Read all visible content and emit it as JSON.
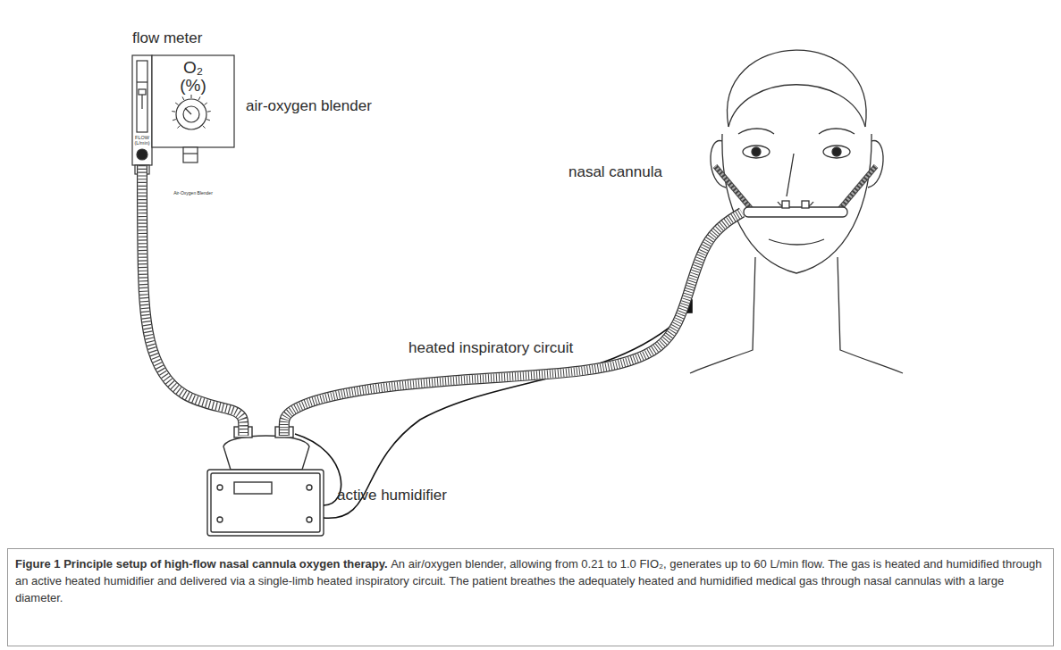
{
  "diagram": {
    "title": "Figure 1 Principle setup of high-flow nasal cannula oxygen therapy.",
    "caption": "An air/oxygen blender, allowing from 0.21 to 1.0 FIO₂, generates up to 60 L/min flow. The gas is heated and humidified through an active heated humidifier and delivered via a single-limb heated inspiratory circuit. The patient breathes the adequately heated and humidified medical gas through nasal cannulas with a large diameter.",
    "nodes": [
      {
        "text": [
          "flow meter",
          "FLOW (L/min)"
        ]
      },
      {
        "text": [
          "O₂ (%)",
          "air-oxygen blender",
          "Air-Oxygen Blender"
        ]
      },
      {
        "text": [
          "nasal cannula"
        ]
      },
      {
        "text": [
          "active humidifier"
        ]
      }
    ],
    "edges": [
      {
        "from": 0,
        "to": 3,
        "arrow": "none"
      },
      {
        "from": 3,
        "to": 2,
        "label": "heated inspiratory circuit",
        "arrow": "none"
      }
    ]
  }
}
